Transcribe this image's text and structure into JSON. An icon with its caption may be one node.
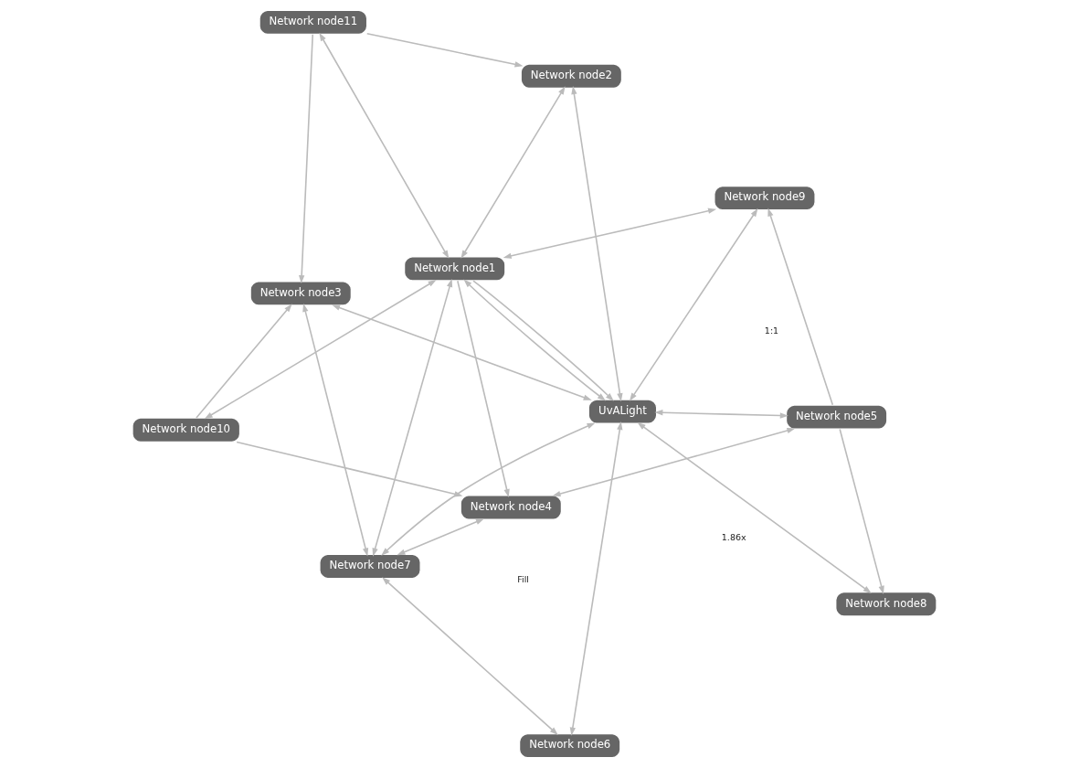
{
  "diagram": {
    "nodes": [
      {
        "text": [
          "Network node4"
        ]
      },
      {
        "text": [
          "Network node6"
        ]
      },
      {
        "text": [
          "Network node10"
        ]
      },
      {
        "text": [
          "Network node7"
        ]
      },
      {
        "text": [
          "Network node3"
        ]
      },
      {
        "text": [
          "Network node1"
        ]
      },
      {
        "text": [
          "Network node11"
        ]
      },
      {
        "text": [
          "Network node9"
        ]
      },
      {
        "text": [
          "UvALight"
        ]
      },
      {
        "text": [
          "Network node5"
        ]
      },
      {
        "text": [
          "Network node2"
        ]
      },
      {
        "text": [
          "Network node8"
        ]
      }
    ],
    "edges": [
      {
        "from": 1,
        "to": 3,
        "arrow": "both"
      },
      {
        "from": 3,
        "to": 0,
        "arrow": "both"
      },
      {
        "from": 9,
        "to": 0,
        "arrow": "both"
      },
      {
        "from": 5,
        "to": 0,
        "arrow": "to"
      },
      {
        "from": 2,
        "to": 0,
        "arrow": "to"
      },
      {
        "from": 1,
        "to": 8,
        "arrow": "both"
      },
      {
        "from": 3,
        "to": 8,
        "arrow": "both"
      },
      {
        "from": 3,
        "to": 5,
        "arrow": "both"
      },
      {
        "from": 3,
        "to": 4,
        "arrow": "both"
      },
      {
        "from": 5,
        "to": 2,
        "arrow": "both"
      },
      {
        "from": 2,
        "to": 4,
        "arrow": "to"
      },
      {
        "from": 5,
        "to": 7,
        "arrow": "both"
      },
      {
        "from": 5,
        "to": 8,
        "arrow": "to"
      },
      {
        "from": 5,
        "to": 8,
        "arrow": "both"
      },
      {
        "from": 4,
        "to": 8,
        "arrow": "both"
      },
      {
        "from": 5,
        "to": 6,
        "arrow": "both"
      },
      {
        "from": 5,
        "to": 10,
        "arrow": "both"
      },
      {
        "from": 6,
        "to": 4,
        "arrow": "to"
      },
      {
        "from": 6,
        "to": 10,
        "arrow": "to"
      },
      {
        "from": 8,
        "to": 10,
        "arrow": "both"
      },
      {
        "from": 7,
        "to": 8,
        "arrow": "both"
      },
      {
        "from": 9,
        "to": 7,
        "arrow": "to"
      },
      {
        "from": 9,
        "to": 11,
        "arrow": "to"
      },
      {
        "from": 9,
        "to": 8,
        "arrow": "both"
      },
      {
        "from": 8,
        "to": 11,
        "arrow": "both"
      }
    ],
    "labels": [
      "1.86x",
      "1:1",
      "Fill"
    ]
  }
}
